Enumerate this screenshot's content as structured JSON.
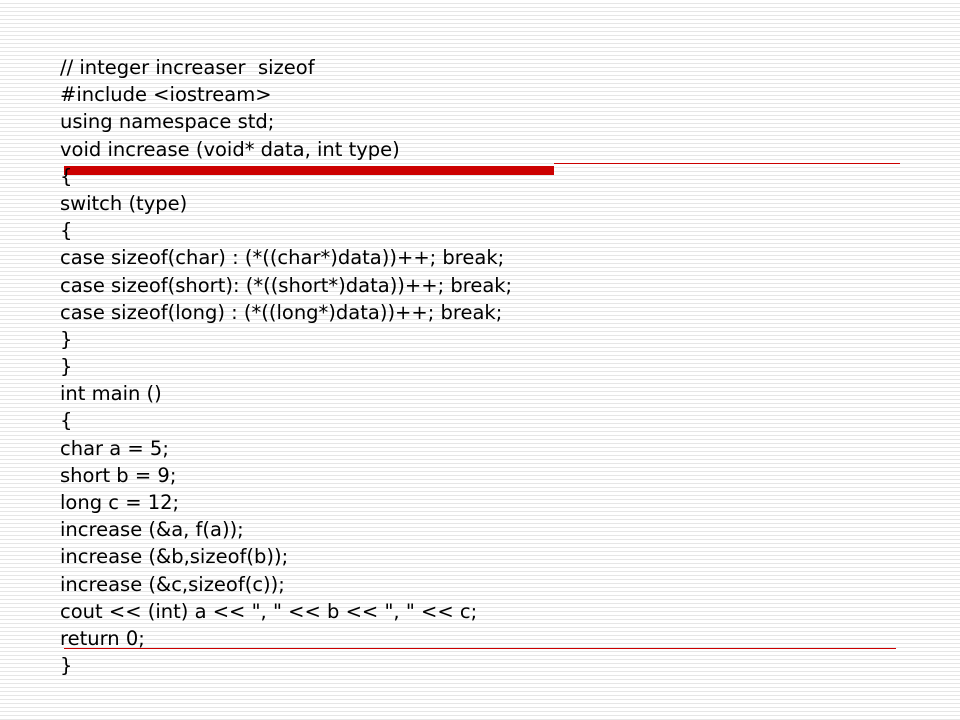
{
  "slide": {
    "code_lines": [
      "// integer increaser  sizeof",
      "#include <iostream>",
      "using namespace std;",
      "void increase (void* data, int type)",
      "{",
      "switch (type)",
      "{",
      "case sizeof(char) : (*((char*)data))++; break;",
      "case sizeof(short): (*((short*)data))++; break;",
      "case sizeof(long) : (*((long*)data))++; break;",
      "}",
      "}",
      "int main ()",
      "{",
      "char a = 5;",
      "short b = 9;",
      "long c = 12;",
      "increase (&a, f(a));",
      "increase (&b,sizeof(b));",
      "increase (&c,sizeof(c));",
      "cout << (int) a << \", \" << b << \", \" << c;",
      "return 0;",
      "}"
    ]
  },
  "colors": {
    "accent": "#cc0000",
    "text": "#000000",
    "background_stripe": "#e6e6e6"
  }
}
